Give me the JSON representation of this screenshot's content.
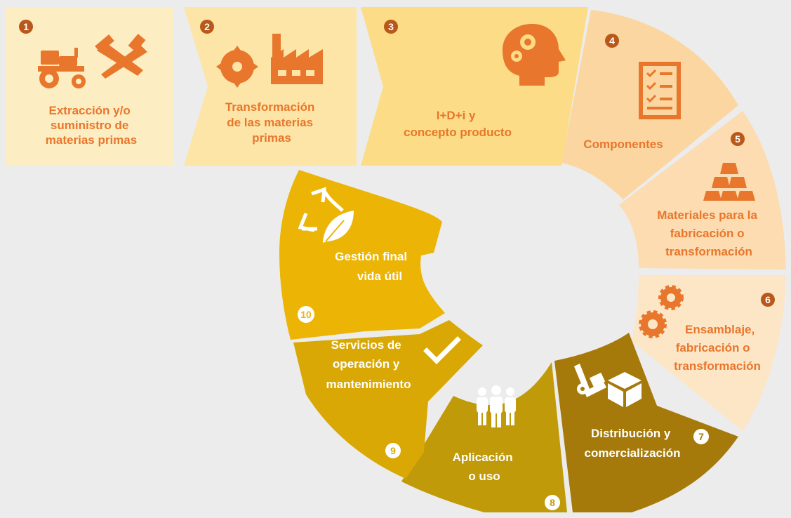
{
  "colors": {
    "background": "#ececec",
    "accent": "#e8762c",
    "badge": "#b8581a",
    "stage1": "#fdedc2",
    "stage2": "#fde5a8",
    "stage3": "#fcdc86",
    "stage4": "#fbd6a0",
    "stage5": "#fcdcb0",
    "stage6": "#fde6c6",
    "stage7": "#a57a0a",
    "stage8": "#c09a08",
    "stage9": "#d9a804",
    "stage10": "#ecb405"
  },
  "stages": [
    {
      "number": "1",
      "lines": [
        "Extracción y/o",
        "suministro de",
        "materias primas"
      ],
      "icons": [
        "tractor-icon",
        "hammer-pick-icon"
      ]
    },
    {
      "number": "2",
      "lines": [
        "Transformación",
        "de las materias",
        "primas"
      ],
      "icons": [
        "saw-blade-icon",
        "factory-icon"
      ]
    },
    {
      "number": "3",
      "lines": [
        "I+D+i  y",
        "concepto producto"
      ],
      "icons": [
        "head-gears-icon"
      ]
    },
    {
      "number": "4",
      "lines": [
        "Componentes"
      ],
      "icons": [
        "checklist-icon"
      ]
    },
    {
      "number": "5",
      "lines": [
        "Materiales para la",
        "fabricación o",
        "transformación"
      ],
      "icons": [
        "gold-bars-icon"
      ]
    },
    {
      "number": "6",
      "lines": [
        "Ensamblaje,",
        "fabricación o",
        "transformación"
      ],
      "icons": [
        "gears-icon"
      ]
    },
    {
      "number": "7",
      "lines": [
        "Distribución y",
        "comercialización"
      ],
      "icons": [
        "hand-truck-icon",
        "box-icon"
      ]
    },
    {
      "number": "8",
      "lines": [
        "Aplicación",
        "o uso"
      ],
      "icons": [
        "people-icon"
      ]
    },
    {
      "number": "9",
      "lines": [
        "Servicios de",
        "operación y",
        "mantenimiento"
      ],
      "icons": [
        "checkmark-icon"
      ]
    },
    {
      "number": "10",
      "lines": [
        "Gestión final",
        "vida útil"
      ],
      "icons": [
        "recycle-leaf-icon"
      ]
    }
  ]
}
